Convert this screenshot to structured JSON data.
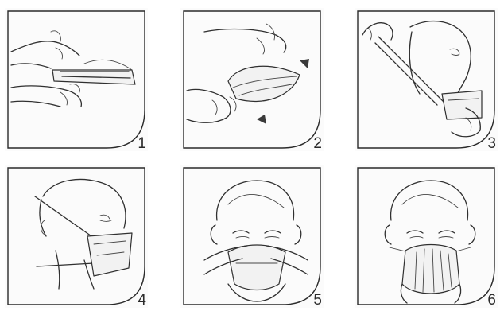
{
  "steps": [
    {
      "number": "1",
      "icon": "hand-unfold-mask-icon"
    },
    {
      "number": "2",
      "icon": "hands-open-mask-icon"
    },
    {
      "number": "3",
      "icon": "pull-straps-over-head-icon"
    },
    {
      "number": "4",
      "icon": "straps-positioned-side-view-icon"
    },
    {
      "number": "5",
      "icon": "press-nose-clip-icon"
    },
    {
      "number": "6",
      "icon": "seal-check-icon"
    }
  ]
}
